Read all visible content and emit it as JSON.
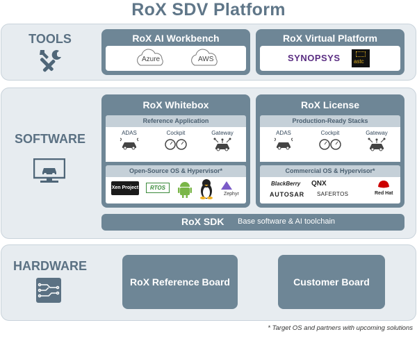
{
  "title": "RoX SDV Platform",
  "bands": {
    "tools": "TOOLS",
    "software": "SOFTWARE",
    "hardware": "HARDWARE"
  },
  "tools": {
    "workbench": {
      "title": "RoX AI Workbench",
      "clouds": [
        "Azure",
        "AWS"
      ]
    },
    "virtual": {
      "title": "RoX Virtual Platform",
      "logos": [
        "SYNOPSYS",
        "astc"
      ]
    }
  },
  "software": {
    "whitebox": {
      "title": "RoX Whitebox",
      "app_header": "Reference Application",
      "apps": [
        "ADAS",
        "Cockpit",
        "Gateway"
      ],
      "os_header": "Open-Source OS & Hypervisor*",
      "os_logos": [
        "Xen Project",
        "RTOS",
        "Android",
        "Linux",
        "Zephyr"
      ]
    },
    "license": {
      "title": "RoX License",
      "app_header": "Production-Ready Stacks",
      "apps": [
        "ADAS",
        "Cockpit",
        "Gateway"
      ],
      "os_header": "Commercial OS & Hypervisor*",
      "os_logos": [
        "BlackBerry",
        "QNX",
        "AUTOSAR",
        "SAFERTOS",
        "Red Hat"
      ]
    },
    "sdk": {
      "name": "RoX SDK",
      "description": "Base software & AI toolchain"
    }
  },
  "hardware": {
    "reference_board": "RoX Reference Board",
    "customer_board": "Customer Board"
  },
  "footnote": "* Target OS and partners with upcoming solutions",
  "colors": {
    "panel": "#6e8696",
    "band": "#e7ecf0",
    "heading": "#5f7688"
  }
}
